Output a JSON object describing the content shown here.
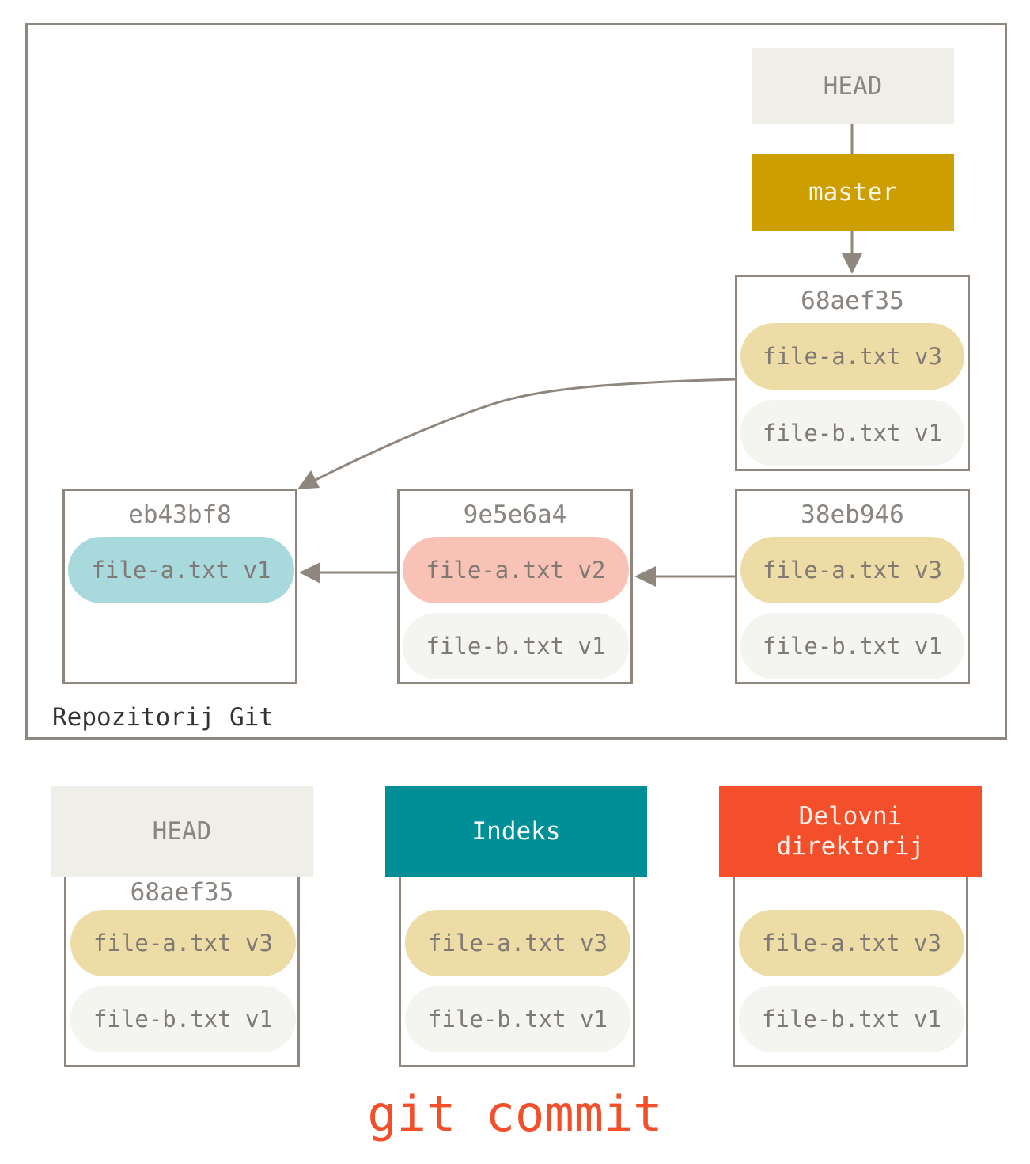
{
  "colors": {
    "border": "#8f877e",
    "head_bg": "#efeee8",
    "master_bg": "#cc9e00",
    "index_bg": "#008f96",
    "workdir_bg": "#f24f2a",
    "file_v1_bg": "#a8d9dc",
    "file_v2_bg": "#f9c2b6",
    "file_v3_bg": "#eddca5",
    "file_b_bg": "#f4f4f0",
    "command": "#f24f2a"
  },
  "repository": {
    "label": "Repozitorij Git",
    "head_label": "HEAD",
    "branch_label": "master",
    "commits": [
      {
        "hash": "68aef35",
        "files": [
          "file-a.txt v3",
          "file-b.txt v1"
        ]
      },
      {
        "hash": "eb43bf8",
        "files": [
          "file-a.txt v1"
        ]
      },
      {
        "hash": "9e5e6a4",
        "files": [
          "file-a.txt v2",
          "file-b.txt v1"
        ]
      },
      {
        "hash": "38eb946",
        "files": [
          "file-a.txt v3",
          "file-b.txt v1"
        ]
      }
    ]
  },
  "trees": [
    {
      "title": "HEAD",
      "hash": "68aef35",
      "files": [
        "file-a.txt v3",
        "file-b.txt v1"
      ]
    },
    {
      "title": "Indeks",
      "files": [
        "file-a.txt v3",
        "file-b.txt v1"
      ]
    },
    {
      "title_line1": "Delovni",
      "title_line2": "direktorij",
      "files": [
        "file-a.txt v3",
        "file-b.txt v1"
      ]
    }
  ],
  "command": "git commit"
}
